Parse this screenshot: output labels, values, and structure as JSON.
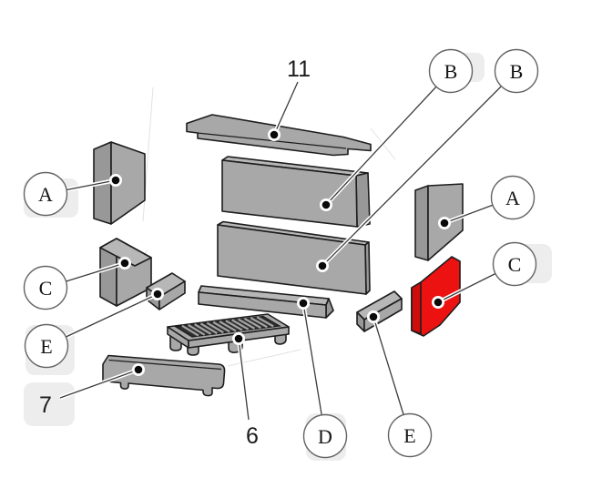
{
  "diagram": {
    "type": "exploded-parts-diagram",
    "description": "Exploded view drawing of stove firebox lining parts with callout labels; one side panel highlighted red",
    "colors": {
      "background": "#ffffff",
      "part_gray": "#a8a8a8",
      "part_gray_light": "#b7b7b7",
      "part_gray_dark": "#989898",
      "outline": "#1d1d1d",
      "highlight_red": "#ec1212",
      "leader_line": "#3c3c3c",
      "label_bg": "#ededed",
      "circle_stroke": "#636363",
      "text": "#151515",
      "grate_slot_dark": "#2d2d2d"
    },
    "callouts": [
      {
        "label": "A",
        "position": "left-upper",
        "has_bg": true
      },
      {
        "label": "C",
        "position": "left-middle",
        "has_bg": false
      },
      {
        "label": "E",
        "position": "left-lower",
        "has_bg": true
      },
      {
        "label": "B",
        "position": "top-first",
        "has_bg": true
      },
      {
        "label": "B",
        "position": "top-second",
        "has_bg": false
      },
      {
        "label": "A",
        "position": "right-upper",
        "has_bg": false
      },
      {
        "label": "C",
        "position": "right-middle",
        "has_bg": true
      },
      {
        "label": "D",
        "position": "bottom-center",
        "has_bg": true
      },
      {
        "label": "E",
        "position": "bottom-right",
        "has_bg": false
      }
    ],
    "number_labels": [
      {
        "label": "11",
        "position": "top-center"
      },
      {
        "label": "7",
        "position": "bottom-left"
      },
      {
        "label": "6",
        "position": "bottom-center"
      }
    ],
    "parts": [
      {
        "name": "top-baffle-plate",
        "callout": "11",
        "highlighted": false
      },
      {
        "name": "rear-panel-upper",
        "callout": "B",
        "highlighted": false
      },
      {
        "name": "rear-panel-lower",
        "callout": "B",
        "highlighted": false
      },
      {
        "name": "side-panel-left-upper",
        "callout": "A",
        "highlighted": false
      },
      {
        "name": "side-panel-left-lower",
        "callout": "C",
        "highlighted": false
      },
      {
        "name": "support-block-left",
        "callout": "E",
        "highlighted": false
      },
      {
        "name": "side-panel-right-upper",
        "callout": "A",
        "highlighted": false
      },
      {
        "name": "side-panel-right-lower",
        "callout": "C",
        "highlighted": true
      },
      {
        "name": "support-block-right",
        "callout": "E",
        "highlighted": false
      },
      {
        "name": "front-retainer-bar",
        "callout": "D",
        "highlighted": false
      },
      {
        "name": "fire-grate",
        "callout": "6",
        "highlighted": false
      },
      {
        "name": "ash-lip-front-panel",
        "callout": "7",
        "highlighted": false
      }
    ]
  }
}
